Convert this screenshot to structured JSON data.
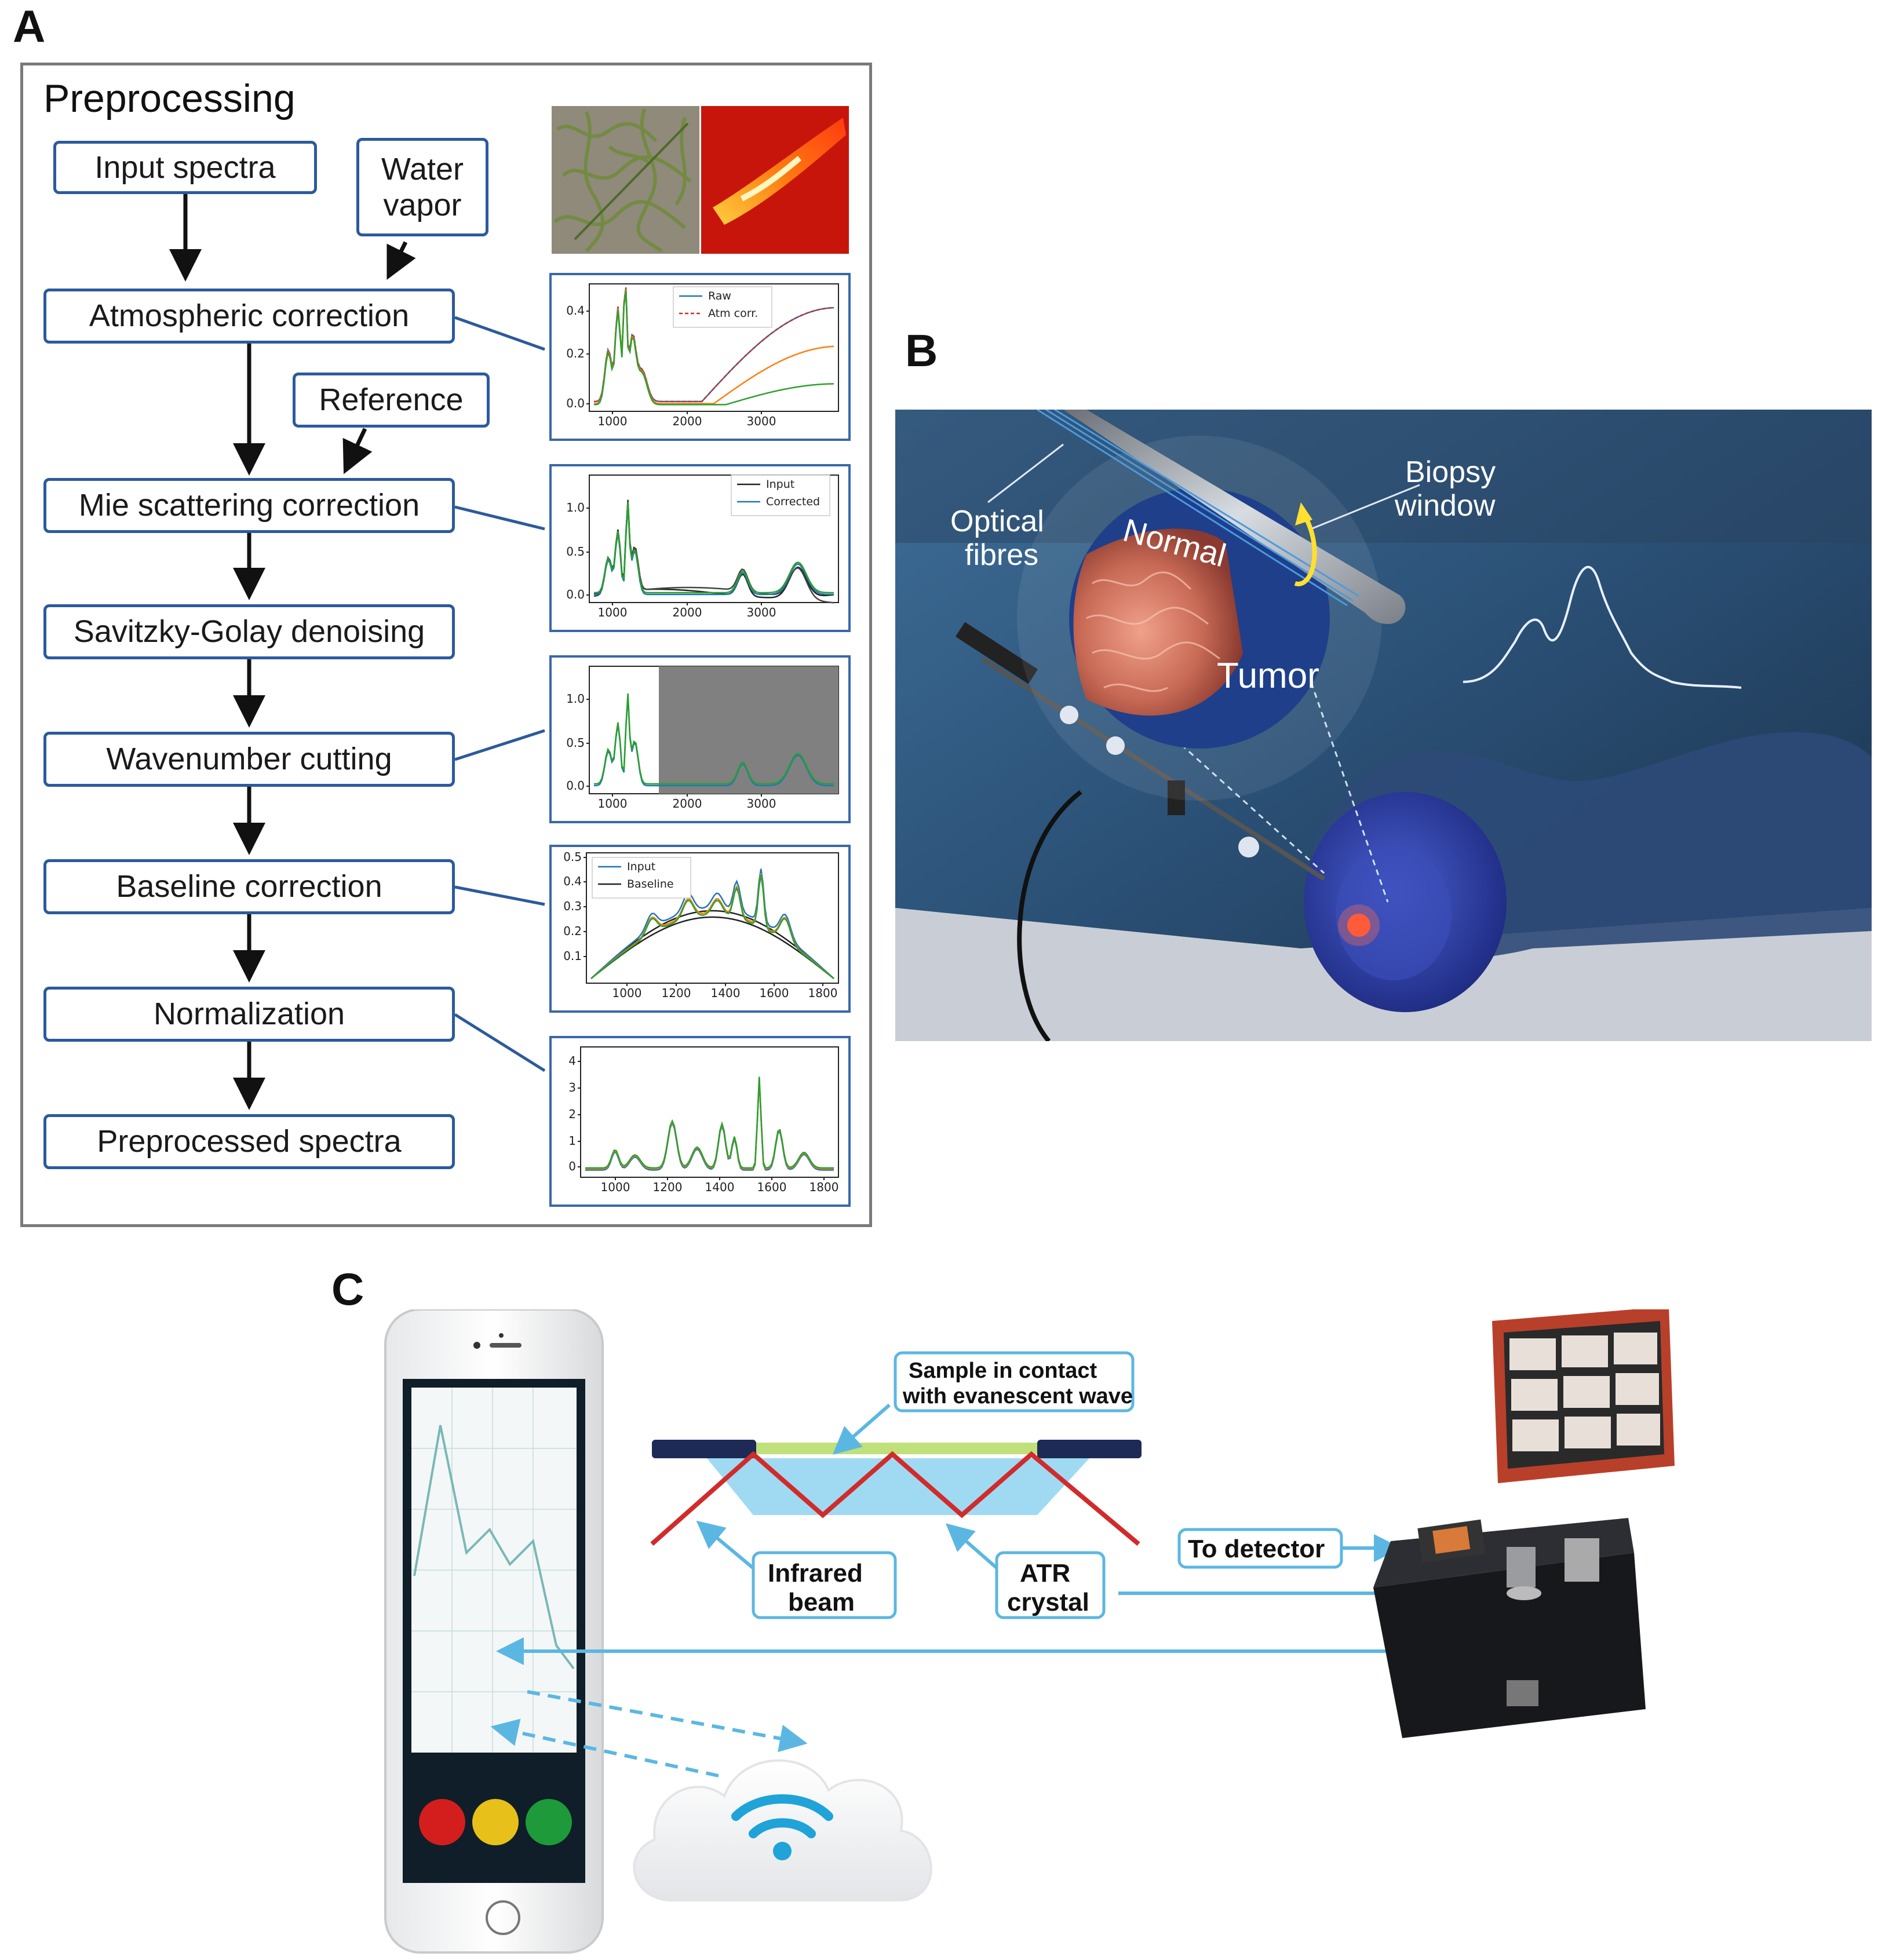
{
  "panels": {
    "a": "A",
    "b": "B",
    "c": "C"
  },
  "panel_a": {
    "title": "Preprocessing",
    "inputs": {
      "input_spectra": "Input spectra",
      "water_vapor": [
        "Water",
        "vapor"
      ],
      "reference": "Reference"
    },
    "steps": [
      "Atmospheric correction",
      "Mie scattering correction",
      "Savitzky-Golay denoising",
      "Wavenumber cutting",
      "Baseline correction",
      "Normalization",
      "Preprocessed spectra"
    ],
    "plots": {
      "atm": {
        "yticks": [
          "0.4",
          "0.2",
          "0.0"
        ],
        "xticks": [
          "1000",
          "2000",
          "3000"
        ],
        "legend": [
          "Raw",
          "Atm corr."
        ]
      },
      "mie": {
        "yticks": [
          "1.0",
          "0.5",
          "0.0"
        ],
        "xticks": [
          "1000",
          "2000",
          "3000"
        ],
        "legend": [
          "Input",
          "Corrected"
        ]
      },
      "cut": {
        "yticks": [
          "1.0",
          "0.5",
          "0.0"
        ],
        "xticks": [
          "1000",
          "2000",
          "3000"
        ]
      },
      "baseline": {
        "yticks": [
          "0.5",
          "0.4",
          "0.3",
          "0.2",
          "0.1"
        ],
        "xticks": [
          "1000",
          "1200",
          "1400",
          "1600",
          "1800"
        ],
        "legend": [
          "Input",
          "Baseline"
        ]
      },
      "norm": {
        "yticks": [
          "4",
          "3",
          "2",
          "1",
          "0"
        ],
        "xticks": [
          "1000",
          "1200",
          "1400",
          "1600",
          "1800"
        ]
      }
    },
    "colors": {
      "box_border": "#2c5a9c",
      "blue": "#1f77b4",
      "orange": "#ff7f0e",
      "green": "#2ca02c",
      "red": "#d62728"
    }
  },
  "panel_b": {
    "labels": {
      "optical_fibres": [
        "Optical",
        "fibres"
      ],
      "biopsy_window": [
        "Biopsy",
        "window"
      ],
      "normal": "Normal",
      "tumor": "Tumor"
    }
  },
  "panel_c": {
    "labels": {
      "sample": [
        "Sample in contact",
        "with evanescent wave"
      ],
      "infrared_beam": [
        "Infrared",
        "beam"
      ],
      "atr_crystal": [
        "ATR",
        "crystal"
      ],
      "to_detector": "To detector"
    },
    "colors": {
      "arrow": "#5bb7e2",
      "beam": "#d12b2b",
      "crystal": "#8fd3f0"
    }
  }
}
